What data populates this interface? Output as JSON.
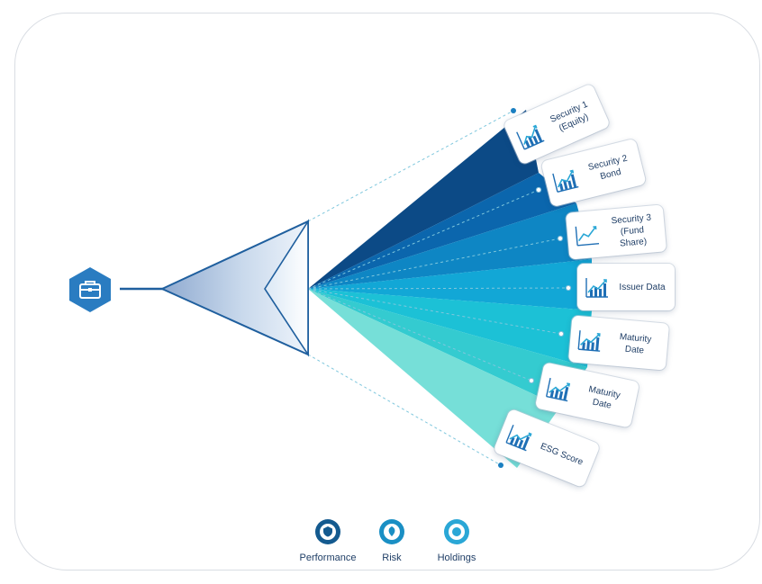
{
  "sources": [
    {
      "label_line1": "Security 1",
      "label_line2": "(Equity)"
    },
    {
      "label_line1": "Security 2 Bond",
      "label_line2": ""
    },
    {
      "label_line1": "Security 3",
      "label_line2": "(Fund Share)"
    },
    {
      "label_line1": "Issuer Data",
      "label_line2": ""
    },
    {
      "label_line1": "Maturity Date",
      "label_line2": ""
    },
    {
      "label_line1": "Maturity Date",
      "label_line2": ""
    },
    {
      "label_line1": "ESG Score",
      "label_line2": ""
    }
  ],
  "legend": [
    {
      "label": "Performance",
      "icon": "shield-dot-icon",
      "color": "#145a8f"
    },
    {
      "label": "Risk",
      "icon": "leaf-icon",
      "color": "#1a8fc4"
    },
    {
      "label": "Holdings",
      "icon": "target-icon",
      "color": "#2aa7d6"
    }
  ],
  "portfolio_icon": "briefcase-icon",
  "colors": {
    "fan": [
      "#0c4a86",
      "#0b66ad",
      "#0e86c4",
      "#12a7d6",
      "#1cc1d6",
      "#34cbd0",
      "#76dfd8",
      "#4ec8d0"
    ],
    "accent": "#1f6fb5",
    "node": "#2a7cc1"
  }
}
